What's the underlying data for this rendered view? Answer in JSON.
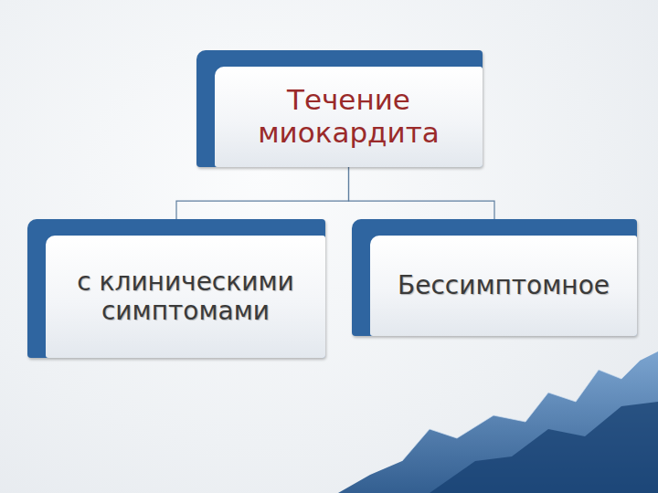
{
  "diagram": {
    "nodes": [
      {
        "text": [
          "Течение миокардита"
        ]
      },
      {
        "text": [
          "с клиническими симптомами"
        ]
      },
      {
        "text": [
          "Бессимптомное"
        ]
      }
    ],
    "edges": [
      {
        "from": 0,
        "to": 1,
        "arrow": "none"
      },
      {
        "from": 0,
        "to": 2,
        "arrow": "none"
      }
    ]
  }
}
